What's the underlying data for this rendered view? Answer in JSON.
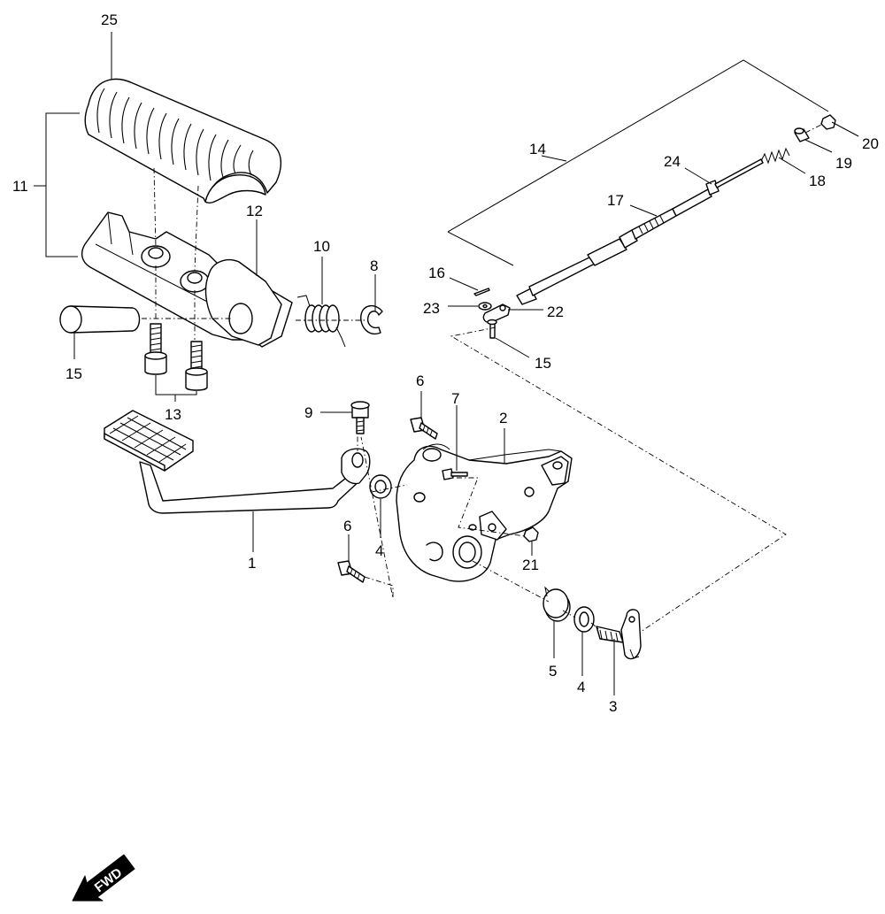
{
  "callouts": {
    "c1": "1",
    "c2": "2",
    "c3": "3",
    "c4a": "4",
    "c4b": "4",
    "c5": "5",
    "c6a": "6",
    "c6b": "6",
    "c7": "7",
    "c8": "8",
    "c9": "9",
    "c10": "10",
    "c11": "11",
    "c12": "12",
    "c13": "13",
    "c14": "14",
    "c15a": "15",
    "c15b": "15",
    "c16": "16",
    "c17": "17",
    "c18": "18",
    "c19": "19",
    "c20": "20",
    "c21": "21",
    "c22": "22",
    "c23": "23",
    "c24": "24",
    "c25": "25"
  },
  "direction_badge": {
    "label": "FWD",
    "icon": "forward-arrow-icon"
  }
}
